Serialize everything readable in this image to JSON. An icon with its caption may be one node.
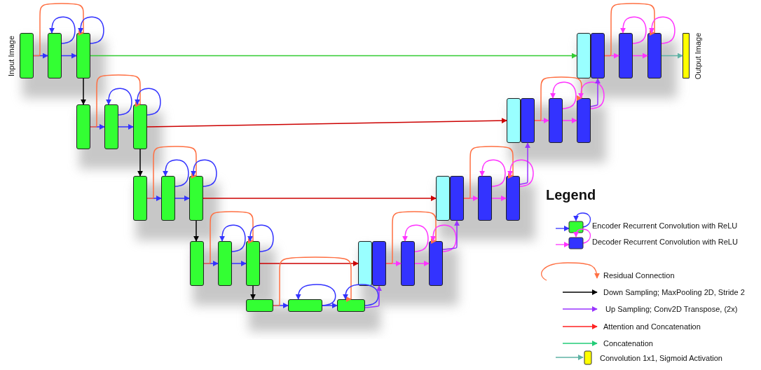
{
  "diagram": {
    "nodes": [
      {
        "text": [],
        "shape": "box",
        "beside": [
          "Input Image"
        ]
      },
      {
        "text": [],
        "shape": "box"
      },
      {
        "text": [],
        "shape": "box"
      },
      {
        "text": [],
        "shape": "box"
      },
      {
        "text": [],
        "shape": "box"
      },
      {
        "text": [],
        "shape": "box"
      },
      {
        "text": [],
        "shape": "box"
      },
      {
        "text": [],
        "shape": "box"
      },
      {
        "text": [],
        "shape": "box"
      },
      {
        "text": [],
        "shape": "box"
      },
      {
        "text": [],
        "shape": "box"
      },
      {
        "text": [],
        "shape": "box"
      },
      {
        "text": [],
        "shape": "box"
      },
      {
        "text": [],
        "shape": "box"
      },
      {
        "text": [],
        "shape": "box"
      },
      {
        "text": [],
        "shape": "box"
      },
      {
        "text": [],
        "shape": "box"
      },
      {
        "text": [],
        "shape": "box"
      },
      {
        "text": [],
        "shape": "box"
      },
      {
        "text": [],
        "shape": "box"
      },
      {
        "text": [],
        "shape": "box"
      },
      {
        "text": [],
        "shape": "box"
      },
      {
        "text": [],
        "shape": "box"
      },
      {
        "text": [],
        "shape": "box"
      },
      {
        "text": [],
        "shape": "box"
      },
      {
        "text": [],
        "shape": "box"
      },
      {
        "text": [],
        "shape": "box"
      },
      {
        "text": [],
        "shape": "box"
      },
      {
        "text": [],
        "shape": "box"
      },
      {
        "text": [],
        "shape": "box"
      },
      {
        "text": [],
        "shape": "box"
      },
      {
        "text": [],
        "shape": "bar",
        "beside": [
          "Output Image"
        ]
      }
    ],
    "edges": [
      {
        "from": 0,
        "to": 1,
        "arrow": "to"
      },
      {
        "from": 1,
        "to": 2,
        "arrow": "to"
      },
      {
        "from": 0,
        "to": 2,
        "arrow": "to",
        "color": "#ff7043"
      },
      {
        "from": 1,
        "to": 1,
        "arrow": "to"
      },
      {
        "from": 2,
        "to": 2,
        "arrow": "to"
      },
      {
        "from": 2,
        "to": 3,
        "arrow": "to",
        "color": "#000000"
      },
      {
        "from": 2,
        "to": 27,
        "arrow": "to",
        "color": "#33cc33"
      },
      {
        "from": 3,
        "to": 4,
        "arrow": "to"
      },
      {
        "from": 4,
        "to": 5,
        "arrow": "to"
      },
      {
        "from": 3,
        "to": 5,
        "arrow": "to",
        "color": "#ff7043"
      },
      {
        "from": 4,
        "to": 4,
        "arrow": "to"
      },
      {
        "from": 5,
        "to": 5,
        "arrow": "to"
      },
      {
        "from": 5,
        "to": 6,
        "arrow": "to",
        "color": "#000000"
      },
      {
        "from": 5,
        "to": 23,
        "arrow": "to",
        "color": "#cc0000"
      },
      {
        "from": 6,
        "to": 7,
        "arrow": "to"
      },
      {
        "from": 7,
        "to": 8,
        "arrow": "to"
      },
      {
        "from": 6,
        "to": 8,
        "arrow": "to",
        "color": "#ff7043"
      },
      {
        "from": 7,
        "to": 7,
        "arrow": "to"
      },
      {
        "from": 8,
        "to": 8,
        "arrow": "to"
      },
      {
        "from": 8,
        "to": 9,
        "arrow": "to",
        "color": "#000000"
      },
      {
        "from": 8,
        "to": 19,
        "arrow": "to",
        "color": "#cc0000"
      },
      {
        "from": 9,
        "to": 10,
        "arrow": "to"
      },
      {
        "from": 10,
        "to": 11,
        "arrow": "to"
      },
      {
        "from": 9,
        "to": 11,
        "arrow": "to",
        "color": "#ff7043"
      },
      {
        "from": 10,
        "to": 10,
        "arrow": "to"
      },
      {
        "from": 11,
        "to": 11,
        "arrow": "to"
      },
      {
        "from": 11,
        "to": 12,
        "arrow": "to",
        "color": "#000000"
      },
      {
        "from": 11,
        "to": 15,
        "arrow": "to",
        "color": "#cc0000"
      },
      {
        "from": 12,
        "to": 13,
        "arrow": "to"
      },
      {
        "from": 13,
        "to": 14,
        "arrow": "to"
      },
      {
        "from": 12,
        "to": 14,
        "arrow": "to",
        "color": "#ff7043"
      },
      {
        "from": 13,
        "to": 13,
        "arrow": "to"
      },
      {
        "from": 14,
        "to": 14,
        "arrow": "to"
      },
      {
        "from": 14,
        "to": 16,
        "arrow": "to",
        "color": "#9933ff"
      },
      {
        "from": 16,
        "to": 17,
        "arrow": "to",
        "color": "#ff33ff"
      },
      {
        "from": 17,
        "to": 18,
        "arrow": "to",
        "color": "#ff33ff"
      },
      {
        "from": 16,
        "to": 18,
        "arrow": "to",
        "color": "#ff7043"
      },
      {
        "from": 17,
        "to": 17,
        "arrow": "to",
        "color": "#ff33ff"
      },
      {
        "from": 18,
        "to": 18,
        "arrow": "to",
        "color": "#ff33ff"
      },
      {
        "from": 18,
        "to": 20,
        "arrow": "to",
        "color": "#9933ff"
      },
      {
        "from": 20,
        "to": 21,
        "arrow": "to",
        "color": "#ff33ff"
      },
      {
        "from": 21,
        "to": 22,
        "arrow": "to",
        "color": "#ff33ff"
      },
      {
        "from": 20,
        "to": 22,
        "arrow": "to",
        "color": "#ff7043"
      },
      {
        "from": 21,
        "to": 21,
        "arrow": "to",
        "color": "#ff33ff"
      },
      {
        "from": 22,
        "to": 22,
        "arrow": "to",
        "color": "#ff33ff"
      },
      {
        "from": 22,
        "to": 24,
        "arrow": "to",
        "color": "#9933ff"
      },
      {
        "from": 24,
        "to": 25,
        "arrow": "to",
        "color": "#ff33ff"
      },
      {
        "from": 25,
        "to": 26,
        "arrow": "to",
        "color": "#ff33ff"
      },
      {
        "from": 24,
        "to": 26,
        "arrow": "to",
        "color": "#ff7043"
      },
      {
        "from": 25,
        "to": 25,
        "arrow": "to",
        "color": "#ff33ff"
      },
      {
        "from": 26,
        "to": 26,
        "arrow": "to",
        "color": "#ff33ff"
      },
      {
        "from": 26,
        "to": 28,
        "arrow": "to",
        "color": "#9933ff"
      },
      {
        "from": 28,
        "to": 29,
        "arrow": "to",
        "color": "#ff33ff"
      },
      {
        "from": 29,
        "to": 30,
        "arrow": "to",
        "color": "#ff33ff"
      },
      {
        "from": 28,
        "to": 30,
        "arrow": "to",
        "color": "#ff7043"
      },
      {
        "from": 29,
        "to": 29,
        "arrow": "to",
        "color": "#ff33ff"
      },
      {
        "from": 30,
        "to": 30,
        "arrow": "to",
        "color": "#ff33ff"
      },
      {
        "from": 30,
        "to": 31,
        "arrow": "to",
        "color": "#5fb3a5"
      }
    ],
    "labels": [
      "Legend"
    ],
    "legend": [
      {
        "text": "Encoder Recurrent Convolution with ReLU",
        "color": "#33ff33"
      },
      {
        "text": "Decoder Recurrent Convolution with ReLU",
        "color": "#3333ff"
      },
      {
        "text": "Residual Connection"
      },
      {
        "text": "Down Sampling; MaxPooling 2D, Stride 2"
      },
      {
        "text": " Up Sampling; Conv2D Transpose, (2x)"
      },
      {
        "text": "Attention and Concatenation"
      },
      {
        "text": "Concatenation"
      },
      {
        "text": "Convolution 1x1, Sigmoid Activation",
        "color": "#ffff00"
      }
    ]
  }
}
